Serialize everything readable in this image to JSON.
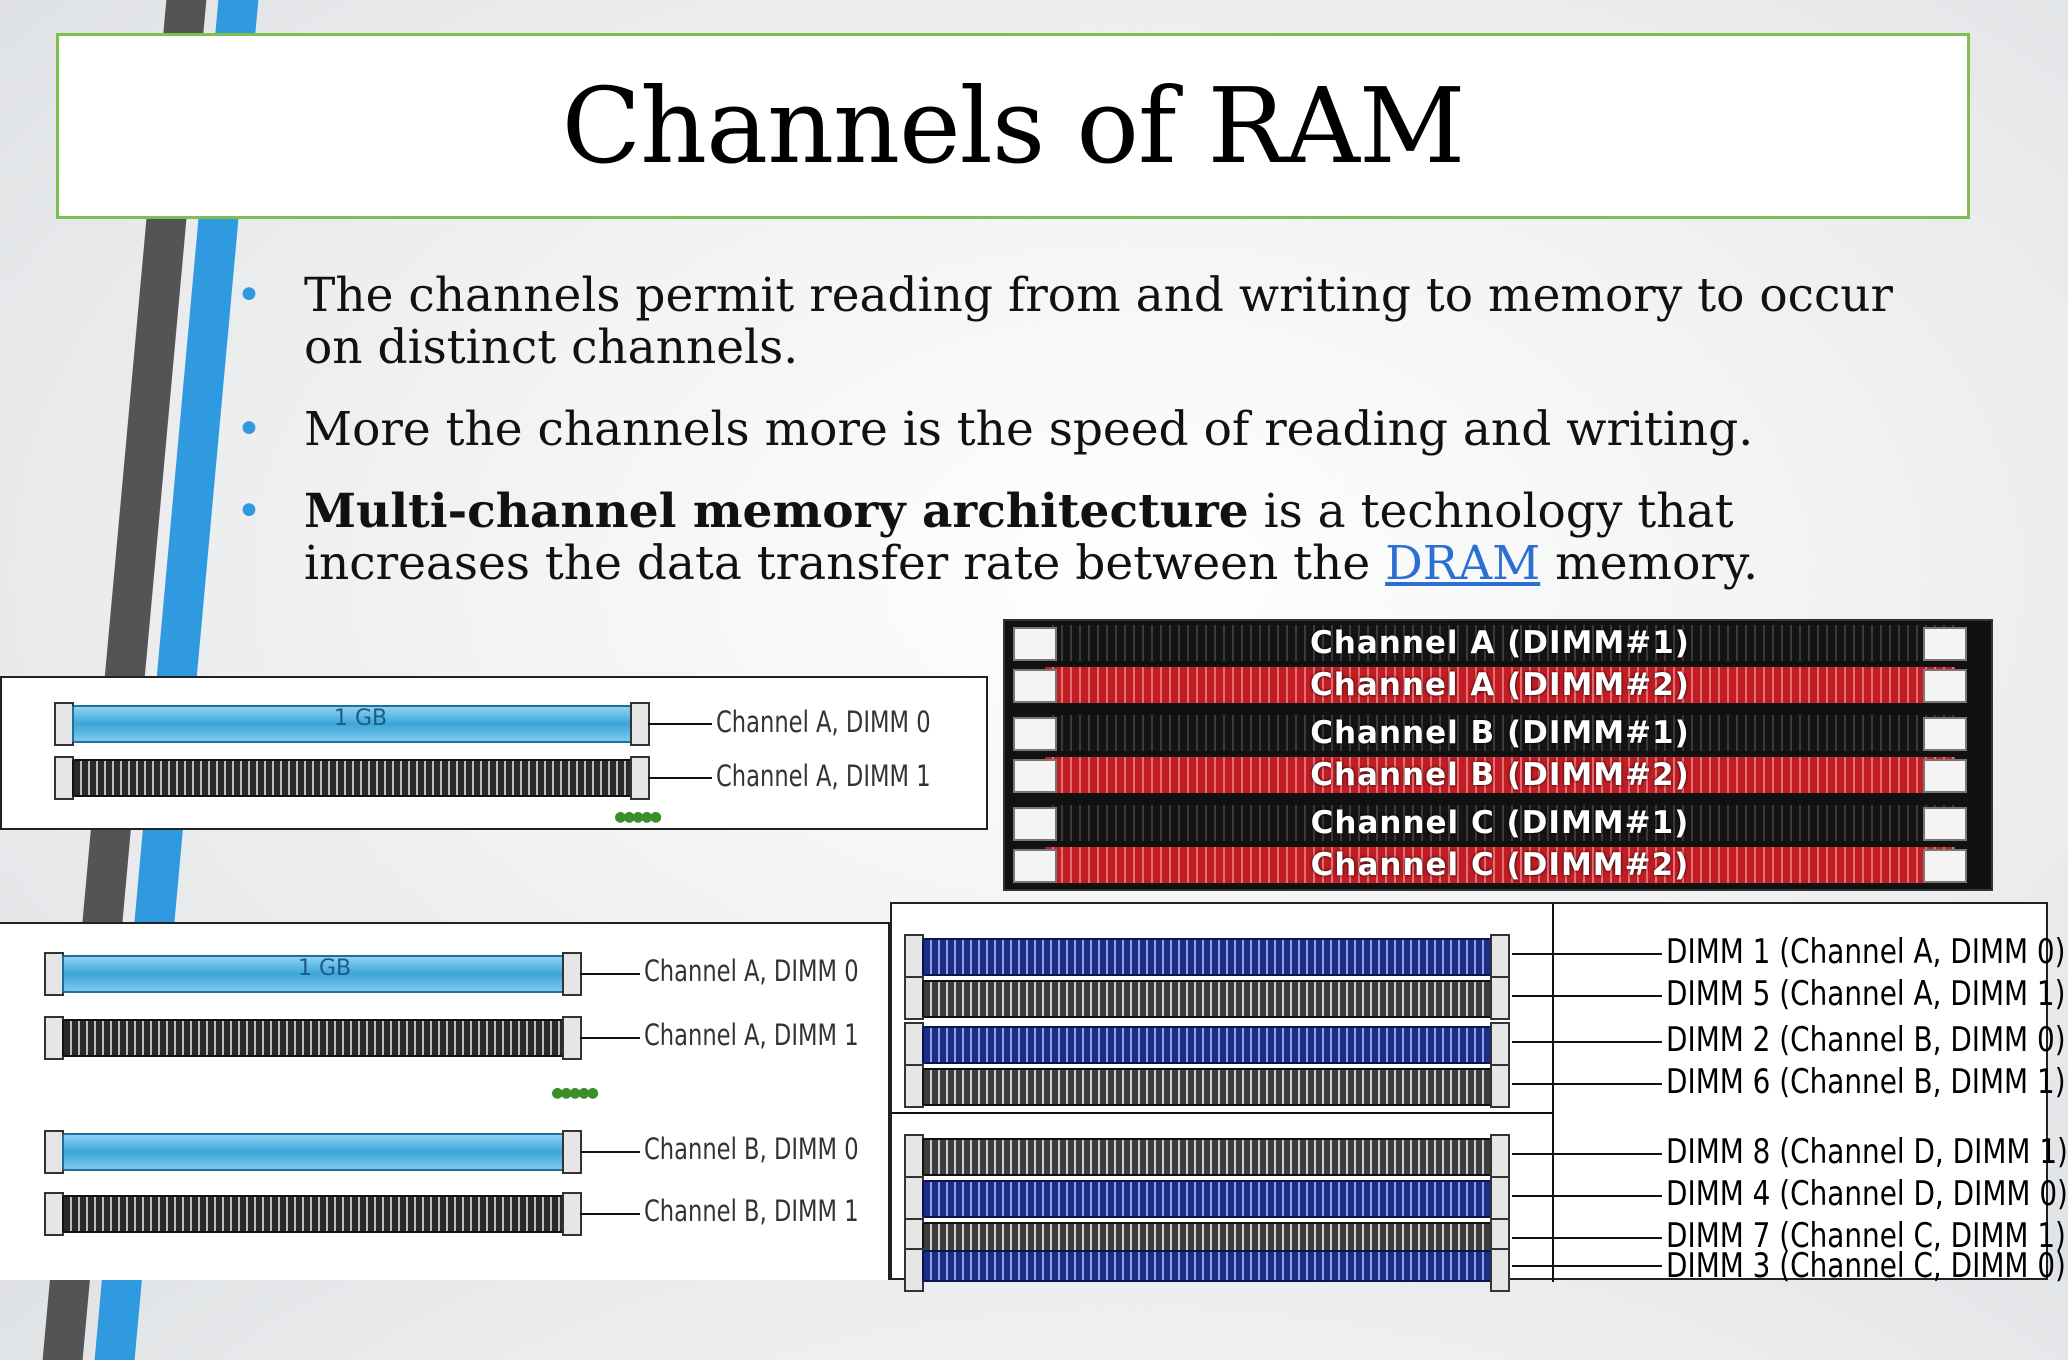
{
  "slide": {
    "title": "Channels of RAM",
    "bullets": [
      {
        "text": "The channels permit reading from and writing to memory to occur on distinct channels."
      },
      {
        "text": "More the channels more is the speed of reading and writing."
      },
      {
        "bold": "Multi-channel memory architecture",
        "text_a": " is a technology that increases the data transfer rate between the ",
        "link": "DRAM",
        "text_b": " memory."
      }
    ]
  },
  "figure1": {
    "slot_tag": "1 GB",
    "labels": [
      "Channel A, DIMM 0",
      "Channel A, DIMM 1"
    ]
  },
  "figure2": {
    "labels": [
      "Channel A (DIMM#1)",
      "Channel A (DIMM#2)",
      "Channel B (DIMM#1)",
      "Channel B (DIMM#2)",
      "Channel C (DIMM#1)",
      "Channel C (DIMM#2)"
    ]
  },
  "figure3": {
    "slot_tag": "1 GB",
    "labels": [
      "Channel A, DIMM 0",
      "Channel A, DIMM 1",
      "Channel B, DIMM 0",
      "Channel B, DIMM 1"
    ]
  },
  "figure4": {
    "labels": [
      "DIMM 1 (Channel A, DIMM 0)",
      "DIMM 5 (Channel A, DIMM 1)",
      "DIMM 2 (Channel B, DIMM 0)",
      "DIMM 6 (Channel B, DIMM 1)",
      "DIMM 8 (Channel D, DIMM 1)",
      "DIMM 4 (Channel D, DIMM 0)",
      "DIMM 7 (Channel C, DIMM 1)",
      "DIMM 3 (Channel C, DIMM 0)"
    ]
  },
  "colors": {
    "accent_blue": "#2f9ae0",
    "stripe_gray": "#545454",
    "title_border": "#7fbf4f",
    "link": "#2a6fd1"
  }
}
